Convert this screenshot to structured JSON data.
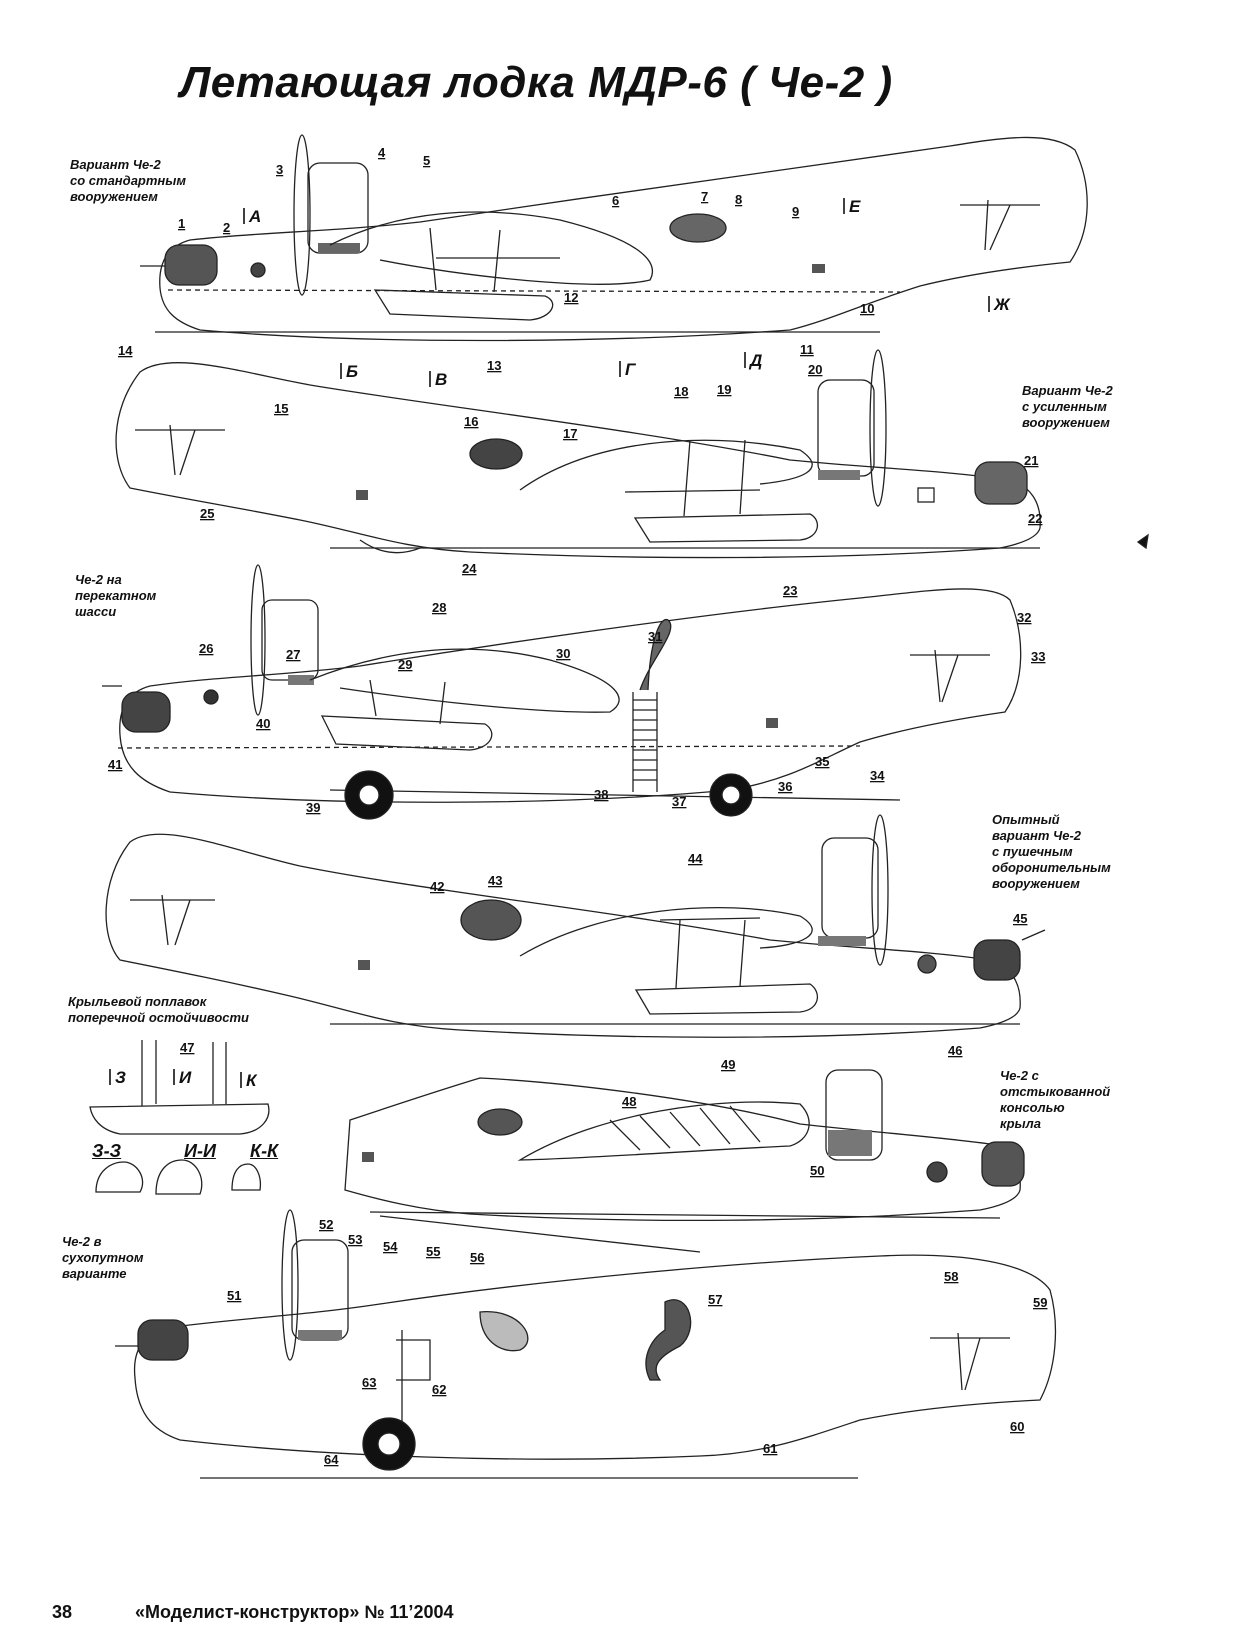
{
  "title": "Летающая лодка МДР-6  ( Че-2 )",
  "captions": {
    "standard": "Вариант Че-2\nсо стандартным\nвооружением",
    "reinforced": "Вариант Че-2\nс усиленным\nвооружением",
    "rolling": "Че-2 на\nперекатном\nшасси",
    "cannon": "Опытный\nвариант Че-2\nс пушечным\nоборонительным\nвооружением",
    "float": "Крыльевой поплавок\nпоперечной остойчивости",
    "detached": "Че-2 с\nотстыкованной\nконсолью\nкрыла",
    "land": "Че-2 в\nсухопутном\nварианте"
  },
  "section_letters": [
    "А",
    "Б",
    "В",
    "Г",
    "Д",
    "Е",
    "Ж",
    "З",
    "И",
    "К"
  ],
  "section_labels": [
    "З-З",
    "И-И",
    "К-К"
  ],
  "callouts": [
    "1",
    "2",
    "3",
    "4",
    "5",
    "6",
    "7",
    "8",
    "9",
    "10",
    "11",
    "12",
    "13",
    "14",
    "15",
    "16",
    "17",
    "18",
    "19",
    "20",
    "21",
    "22",
    "23",
    "24",
    "25",
    "26",
    "27",
    "28",
    "29",
    "30",
    "31",
    "32",
    "33",
    "34",
    "35",
    "36",
    "37",
    "38",
    "39",
    "40",
    "41",
    "42",
    "43",
    "44",
    "45",
    "46",
    "47",
    "48",
    "49",
    "50",
    "51",
    "52",
    "53",
    "54",
    "55",
    "56",
    "57",
    "58",
    "59",
    "60",
    "61",
    "62",
    "63",
    "64"
  ],
  "footer": {
    "page": "38",
    "magazine": "«Моделист-конструктор» № 11’2004"
  }
}
